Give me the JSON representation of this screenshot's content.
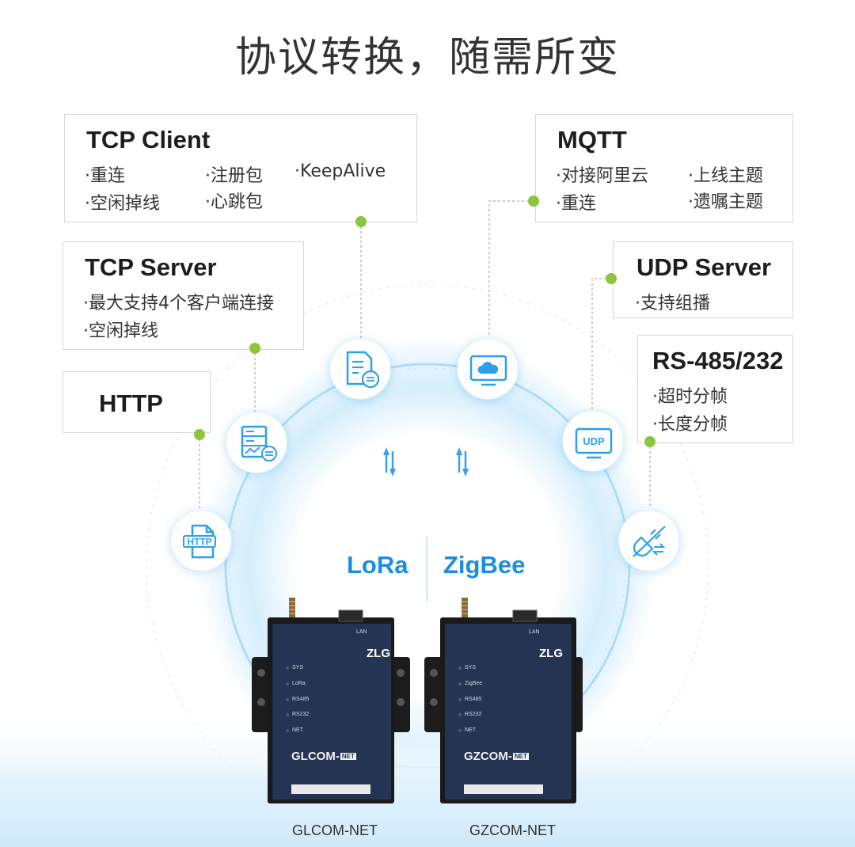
{
  "title": "协议转换，随需所变",
  "cards": {
    "tcp_client": {
      "title": "TCP Client",
      "items": [
        "·重连",
        "·注册包",
        "·KeepAlive",
        "·空闲掉线",
        "·心跳包"
      ]
    },
    "tcp_server": {
      "title": "TCP Server",
      "items": [
        "·最大支持4个客户端连接",
        "·空闲掉线"
      ]
    },
    "http": {
      "title": "HTTP"
    },
    "mqtt": {
      "title": "MQTT",
      "items": [
        "·对接阿里云",
        "·上线主题",
        "·重连",
        "·遗嘱主题"
      ]
    },
    "udp_server": {
      "title": "UDP Server",
      "items": [
        "·支持组播"
      ]
    },
    "rs485": {
      "title": "RS-485/232",
      "items": [
        "·超时分帧",
        "·长度分帧"
      ]
    }
  },
  "icons": {
    "http": {
      "name": "http-file-icon",
      "text": "HTTP"
    },
    "server": {
      "name": "server-icon"
    },
    "document": {
      "name": "document-exchange-icon"
    },
    "cloud": {
      "name": "cloud-monitor-icon"
    },
    "udp": {
      "name": "udp-monitor-icon",
      "text": "UDP"
    },
    "plug": {
      "name": "serial-plug-icon"
    }
  },
  "center": {
    "left_protocol": "LoRa",
    "right_protocol": "ZigBee"
  },
  "devices": {
    "left": {
      "label": "GLCOM-NET",
      "brand": "ZLG",
      "lan": "LAN",
      "model_main": "GLCOM-",
      "model_badge": "NET",
      "leds": [
        "SYS",
        "LoRa",
        "RS485",
        "RS232",
        "NET"
      ]
    },
    "right": {
      "label": "GZCOM-NET",
      "brand": "ZLG",
      "lan": "LAN",
      "model_main": "GZCOM-",
      "model_badge": "NET",
      "leds": [
        "SYS",
        "ZigBee",
        "RS485",
        "RS232",
        "NET"
      ]
    }
  },
  "colors": {
    "accent_blue": "#1a8ee6",
    "dot_green": "#8cc63f",
    "device_body": "#1f2b3f"
  }
}
